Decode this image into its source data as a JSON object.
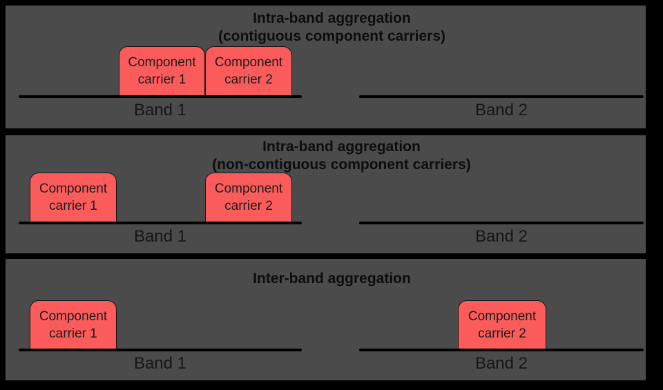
{
  "colors": {
    "page_border": "#000000",
    "panel_bg": "#4b4b4b",
    "carrier_fill": "#fc5b5b",
    "carrier_border": "#151515",
    "band_line": "#000000",
    "title_text": "#0d0d0d",
    "label_text": "#161616",
    "carrier_text": "#1c1c1c"
  },
  "panels": [
    {
      "title_line1": "Intra-band aggregation",
      "title_line2": "(contiguous component carriers)",
      "bands": [
        {
          "label": "Band 1",
          "carriers": [
            {
              "label": "Component carrier 1"
            },
            {
              "label": "Component carrier 2"
            }
          ]
        },
        {
          "label": "Band 2",
          "carriers": []
        }
      ]
    },
    {
      "title_line1": "Intra-band aggregation",
      "title_line2": "(non-contiguous component carriers)",
      "bands": [
        {
          "label": "Band 1",
          "carriers": [
            {
              "label": "Component carrier 1"
            },
            {
              "label": "Component carrier 2"
            }
          ]
        },
        {
          "label": "Band 2",
          "carriers": []
        }
      ]
    },
    {
      "title_line1": "Inter-band aggregation",
      "bands": [
        {
          "label": "Band 1",
          "carriers": [
            {
              "label": "Component carrier 1"
            }
          ]
        },
        {
          "label": "Band 2",
          "carriers": [
            {
              "label": "Component carrier 2"
            }
          ]
        }
      ]
    }
  ]
}
